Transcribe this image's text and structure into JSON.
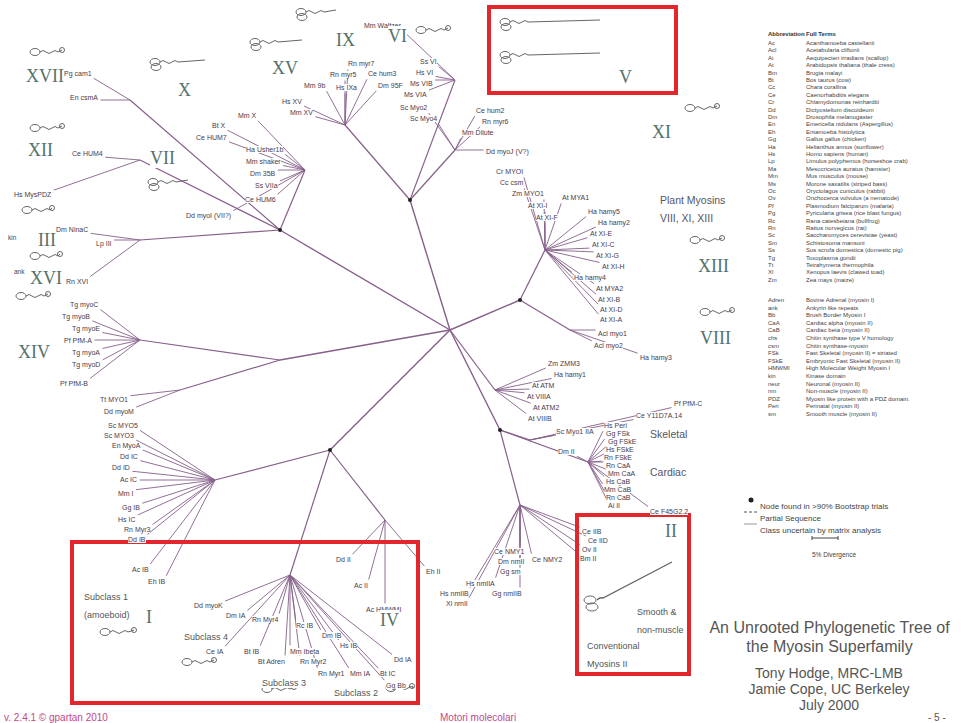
{
  "diagram": {
    "title": "An Unrooted Phylogenetic Tree of the Myosin Superfamily",
    "nodes": [
      {
        "text": [
          "V"
        ]
      },
      {
        "text": [
          "II",
          "Smooth & non-muscle",
          "Conventional Myosins II"
        ]
      },
      {
        "text": [
          "I",
          "Subclass 4",
          "Subclass 3",
          "Subclass 2"
        ]
      }
    ],
    "labels": [
      "XVII",
      "Pg cam1",
      "En csmA",
      "XII",
      "Ce HUM4",
      "Hs MysPDZ",
      "kin",
      "Dm NinaC",
      "III",
      "Lp III",
      "ank",
      "XVI",
      "Rn XVI",
      "Tg myoC",
      "Tg myoB",
      "Tg myoE",
      "Pf PfM-A",
      "XIV",
      "Tg myoA",
      "Tg myoD",
      "Pf PfM-B",
      "Tt MYO1",
      "Dd myoM",
      "X",
      "Mm X",
      "Bt X",
      "Ce HUM7",
      "Ha Usher1b",
      "VII",
      "Mm shaker",
      "Dm 35B",
      "Ss VIIa",
      "Ce HUM6",
      "Dd myoI (VII?)",
      "XV",
      "Hs XV",
      "Mm XV",
      "IX",
      "Rn myr7",
      "Rn myr5",
      "Mm 9b",
      "Hs IXa",
      "Ce hum3",
      "Dm 95F",
      "Mm Waltzer",
      "VI",
      "Ss VI",
      "Hs VI",
      "Ms VIB",
      "Ms VIA",
      "Sc Myo2",
      "Sc Myo4",
      "Ce hum2",
      "Rn myr6",
      "Mm Dilute",
      "Dd myoJ (V?)",
      "XI",
      "Cr MYOI",
      "Cc csm",
      "Zm MYO1",
      "At MYA1",
      "At XI-I",
      "At XI-F",
      "Ha hamy5",
      "Ha hamy2",
      "At XI-E",
      "At XI-C",
      "At XI-G",
      "At XI-H",
      "Ha hamy4",
      "At MYA2",
      "At XI-B",
      "At XI-D",
      "At XI-A",
      "Plant Myosins VIII, XI, XIII",
      "XIII",
      "Acl myo1",
      "Acl myo2",
      "VIII",
      "Ha hamy3",
      "Zm ZMM3",
      "Ha hamy1",
      "At ATM",
      "At VIIIA",
      "At ATM2",
      "At VIIIB",
      "Pf PfM-C",
      "Ce Y11D7A.14",
      "Sc Myo1 IIA",
      "Dm II",
      "Skeletal",
      "Hs Peri",
      "Gg FSk",
      "Gg FSkE",
      "Hs FSkE",
      "Rn FSkE",
      "Rn CaA",
      "Mm CaA",
      "Cardiac",
      "Hs CaB",
      "Mm CaB",
      "Rn CaB",
      "Ai II",
      "Ce F45G2.2",
      "Ce IIB",
      "Ce IID",
      "Ov II",
      "Bm II",
      "Ce NMY2",
      "Ce NMY1",
      "Dm nmII",
      "Gg sm",
      "Hs nmIIA",
      "Gg nmIIB",
      "Hs nmIIB",
      "Xl nmII",
      "Subclass 1 (amoeboid)",
      "Sc MYO5",
      "Sc MYO3",
      "En MyoA",
      "Dd IC",
      "Dd ID",
      "Ac IC",
      "Mm I",
      "Gg IB",
      "Hs IC",
      "Rn Myr3",
      "Dd IB",
      "Ac IB",
      "Eh IB",
      "Dd myoK",
      "Dm IA",
      "Rn Myr4",
      "Ce IA",
      "Bt IB",
      "Mm Ibeta",
      "Bt Adren",
      "Rn Myr2",
      "Rc IB",
      "Dm IB",
      "Hs IB",
      "Rn Myr1",
      "Mm IA",
      "Gg Bb",
      "Bt IC",
      "Dd IA",
      "Dd II",
      "Eh II",
      "Ac II",
      "Ac HMWMI",
      "IV",
      "5% Divergence",
      "Tony Hodge, MRC-LMB",
      "Jamie Cope, UC Berkeley",
      "July 2000",
      "v. 2.4.1 © gpartan 2010",
      "Motori molecolari",
      "- 5 -",
      "Abbreviation",
      "Full Terms",
      "Ac",
      "Acanthamoeba castellanii",
      "Acl",
      "Acetabularia cliftonii",
      "Ai",
      "Aequipecten irradians (scallop)",
      "At",
      "Arabidopsis thaliana (thale cress)",
      "Bm",
      "Brugia malayi",
      "Bt",
      "Bos taurus (cow)",
      "Cc",
      "Chara corallina",
      "Ce",
      "Caenorhabditis elegans",
      "Cr",
      "Chlamydomonas reinhardtii",
      "Dd",
      "Dictyostelium discoideum",
      "Dm",
      "Drosophila melanogaster",
      "En",
      "Emericella nidulans (Aspergillus)",
      "Eh",
      "Entamoeba histolytica",
      "Gg",
      "Gallus gallus (chicken)",
      "Ha",
      "Helianthus annus (sunflower)",
      "Hs",
      "Homo sapiens (human)",
      "Lp",
      "Limulus polyphemus (horseshoe crab)",
      "Ma",
      "Mesocricetus auratus (hamster)",
      "Mm",
      "Mus musculus (mouse)",
      "Ms",
      "Morone saxatilis (striped bass)",
      "Oc",
      "Oryctolagus cuniculus (rabbit)",
      "Ov",
      "Onchocerca volvulus (a nematode)",
      "Pf",
      "Plasmodium falciparum (malaria)",
      "Pg",
      "Pyricularia grisea (rice blast fungus)",
      "Rc",
      "Rana catesbeiana (bullfrog)",
      "Rn",
      "Rattus norvegicus (rat)",
      "Sc",
      "Saccharomyces cerevisiae (yeast)",
      "Sm",
      "Schistosoma mansoni",
      "Ss",
      "Sus scrofa domestica (domestic pig)",
      "Tg",
      "Toxoplasma gondii",
      "Tt",
      "Tetrahymena thermophila",
      "Xl",
      "Xenopus laevis (clawed toad)",
      "Zm",
      "Zea mays (maize)",
      "Adren",
      "Bovine Adrenal (myosin I)",
      "ank",
      "Ankyrin like repeats",
      "Bb",
      "Brush Border Myosin I",
      "CaA",
      "Cardiac alpha (myosin II)",
      "CaB",
      "Cardiac beta (myosin II)",
      "chs",
      "Chitin synthase type V homology",
      "csm",
      "Chitin synthase-myosin",
      "FSk",
      "Fast Skeletal (myosin II) = striated",
      "FSkE",
      "Embryonic Fast Skeletal (myosin II)",
      "HMWMI",
      "High Molecular Weight Myosin I",
      "kin",
      "Kinase domain",
      "neur",
      "Neuronal (myosin II)",
      "nm",
      "Non-muscle (myosin II)",
      "PDZ",
      "Myosin like protein with a PDZ domain.",
      "Peri",
      "Perinatal (myosin II)",
      "sm",
      "Smooth muscle (myosin II)"
    ],
    "legend": [
      {
        "text": "Node found in >90% Bootstrap trials"
      },
      {
        "text": "Partial Sequence"
      },
      {
        "text": "Class uncertain by matrix analysis"
      }
    ]
  }
}
